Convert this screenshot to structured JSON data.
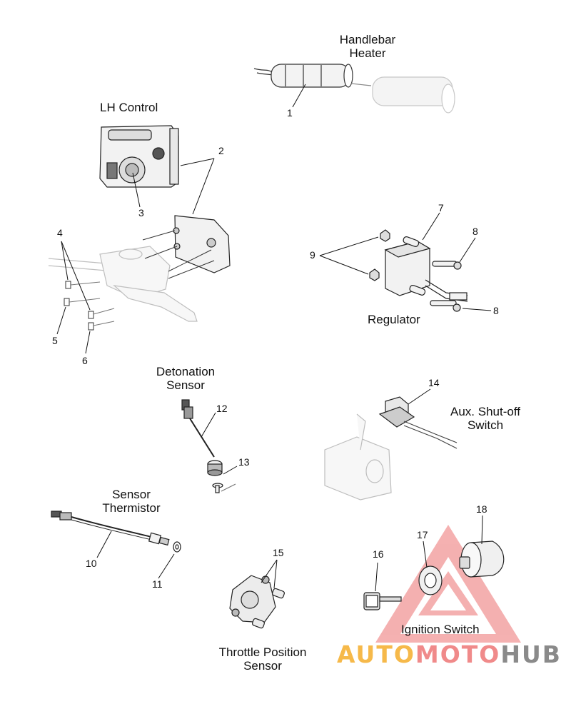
{
  "labels": {
    "handlebar_heater": [
      "Handlebar",
      "Heater"
    ],
    "lh_control": "LH Control",
    "regulator": "Regulator",
    "detonation_sensor": [
      "Detonation",
      "Sensor"
    ],
    "aux_shutoff_switch": [
      "Aux. Shut-off",
      "Switch"
    ],
    "sensor_thermistor": [
      "Sensor",
      "Thermistor"
    ],
    "ignition_switch": "Ignition Switch",
    "throttle_position_sensor": [
      "Throttle Position",
      "Sensor"
    ]
  },
  "callouts": [
    "1",
    "2",
    "3",
    "4",
    "5",
    "6",
    "7",
    "8",
    "8",
    "9",
    "10",
    "11",
    "12",
    "13",
    "14",
    "15",
    "16",
    "17",
    "18"
  ],
  "watermark": {
    "parts": [
      "AUTO",
      "MOTO",
      "HUB"
    ],
    "colors": [
      "#f6b94a",
      "#f08a8a",
      "#8a8a8a"
    ]
  }
}
